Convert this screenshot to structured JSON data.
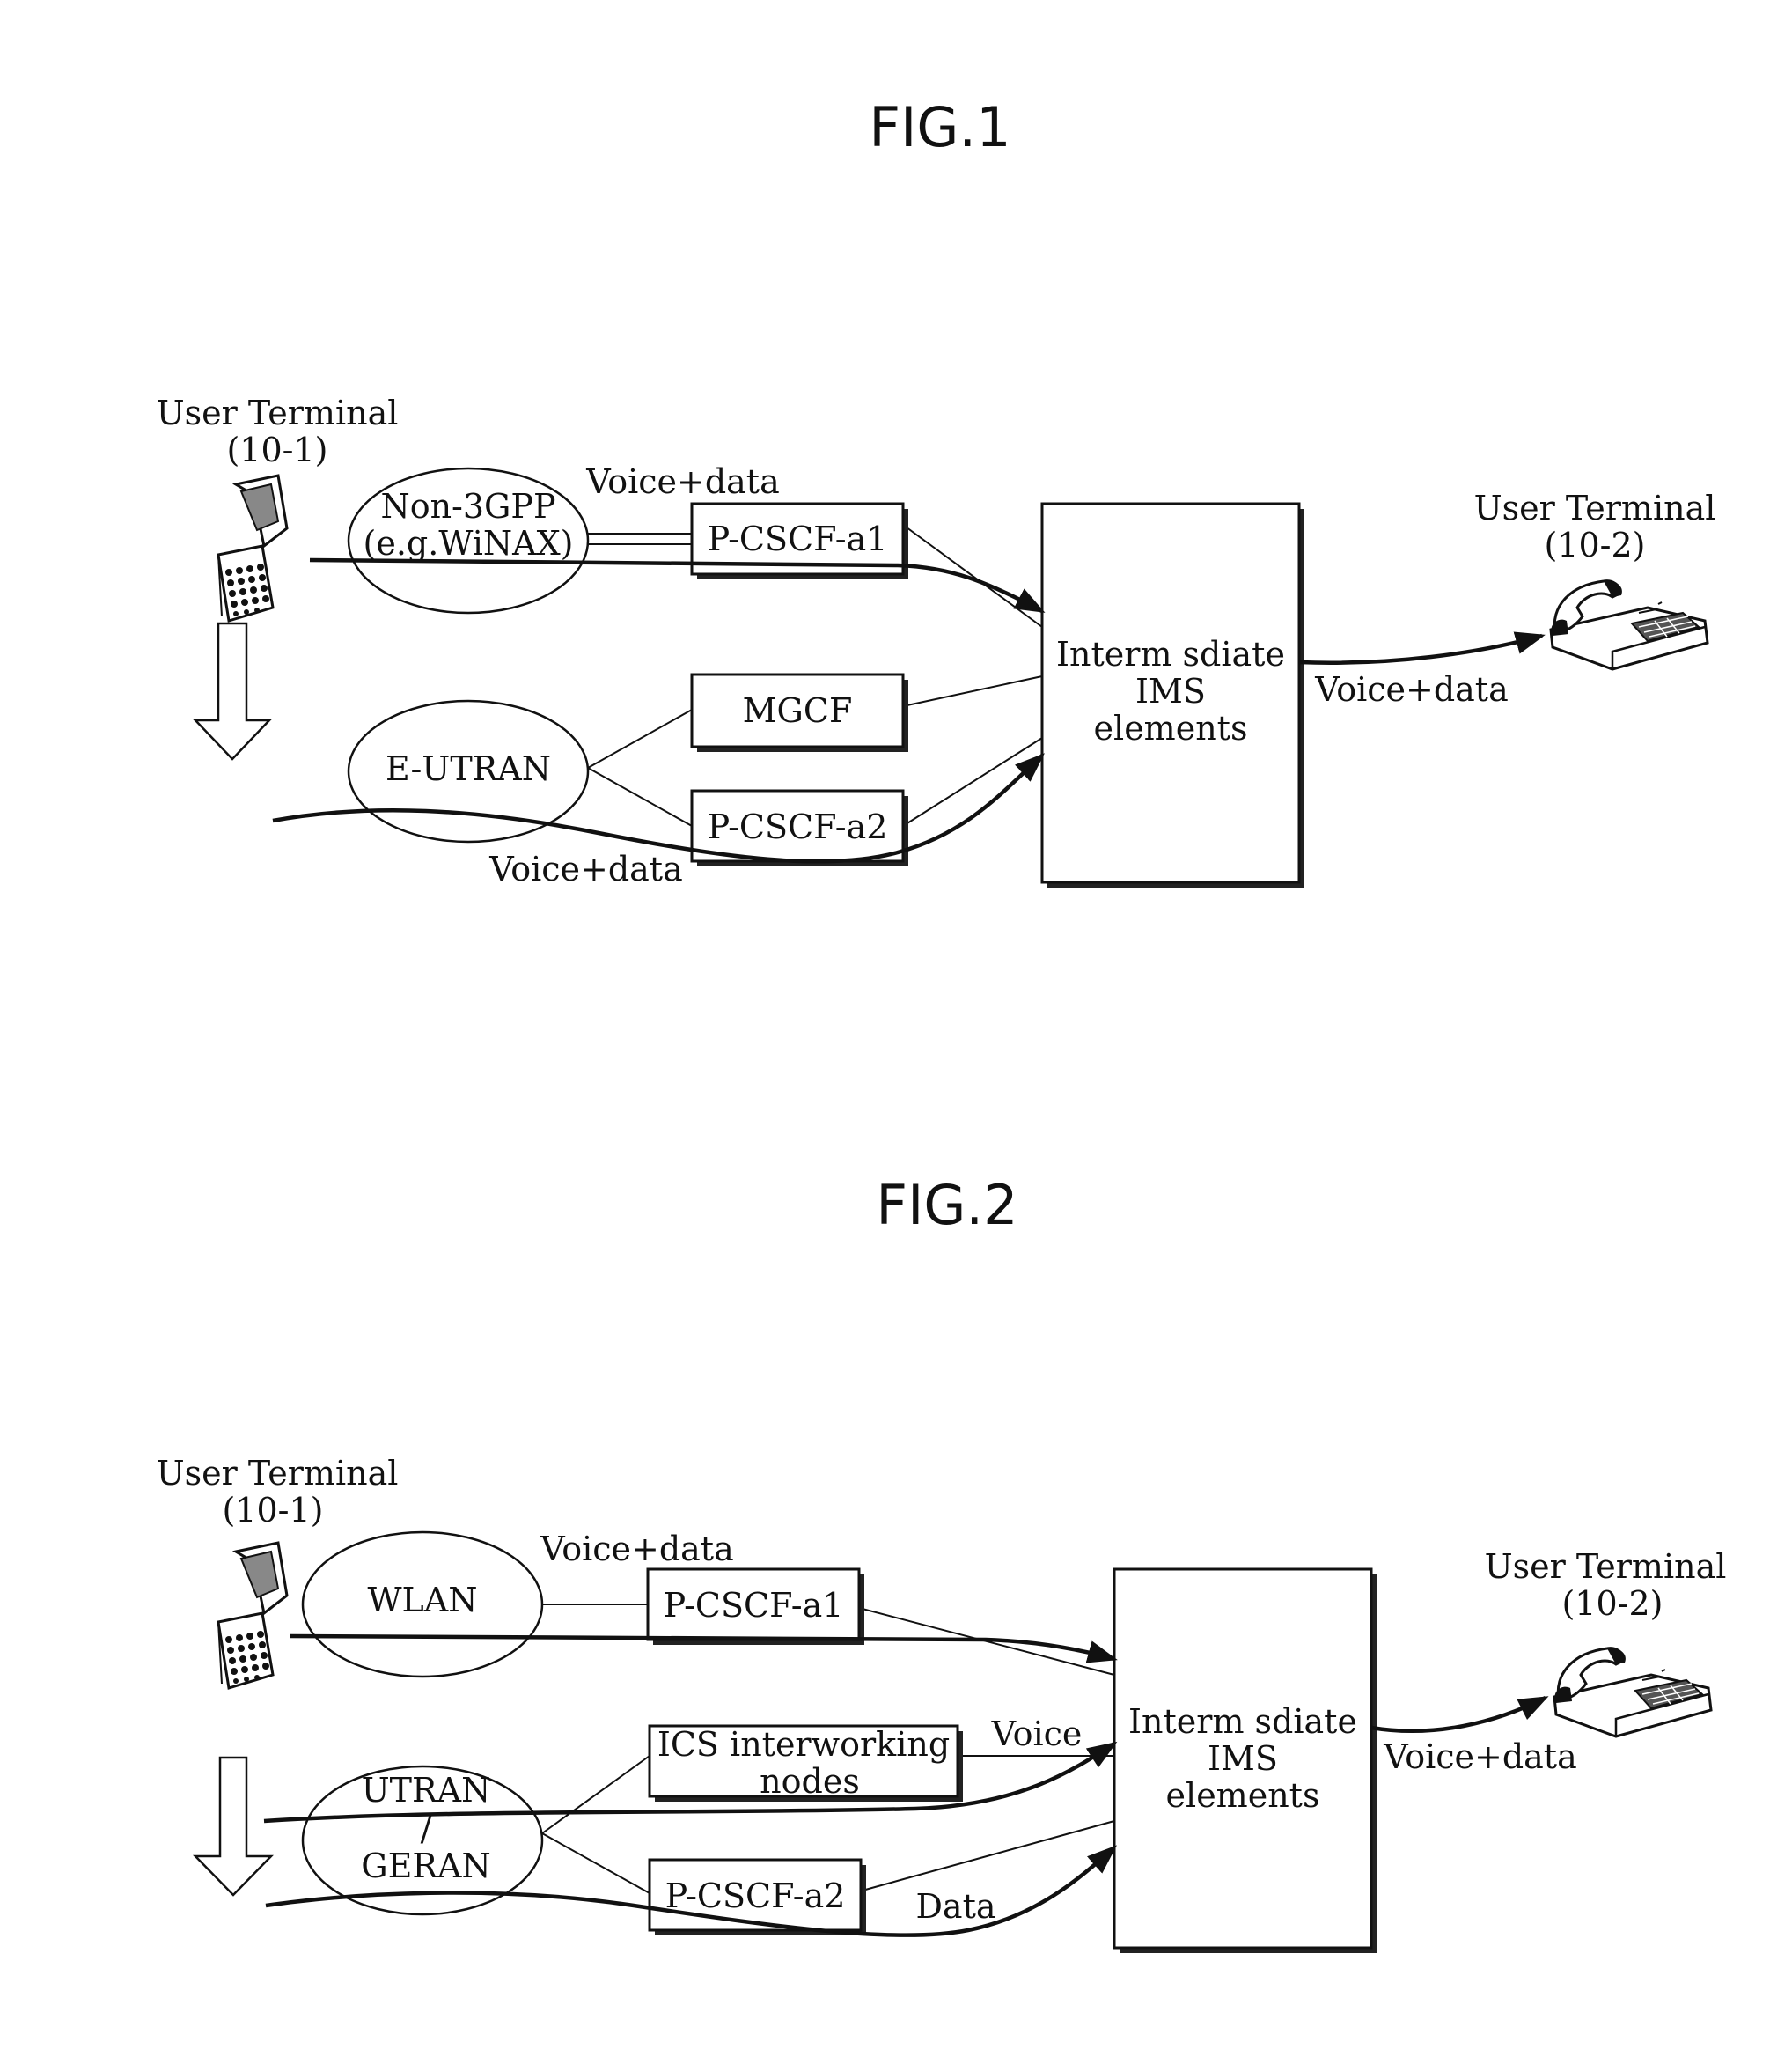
{
  "fig1": {
    "title": "FIG.1",
    "ut1_label": "User Terminal",
    "ut1_id": "(10-1)",
    "ut2_label": "User Terminal",
    "ut2_id": "(10-2)",
    "access_top_line1": "Non-3GPP",
    "access_top_line2": "(e.g.WiNAX)",
    "access_bottom": "E-UTRAN",
    "node_pcscf_a1": "P-CSCF-a1",
    "node_mgcf": "MGCF",
    "node_pcscf_a2": "P-CSCF-a2",
    "ims_line1": "Interm sdiate",
    "ims_line2": "IMS",
    "ims_line3": "elements",
    "flow_top": "Voice+data",
    "flow_bottom": "Voice+data",
    "flow_out": "Voice+data"
  },
  "fig2": {
    "title": "FIG.2",
    "ut1_label": "User Terminal",
    "ut1_id": "(10-1)",
    "ut2_label": "User Terminal",
    "ut2_id": "(10-2)",
    "access_top": "WLAN",
    "access_bottom_line1": "UTRAN",
    "access_bottom_sep": "/",
    "access_bottom_line2": "GERAN",
    "node_pcscf_a1": "P-CSCF-a1",
    "node_ics_line1": "ICS interworking",
    "node_ics_line2": "nodes",
    "node_pcscf_a2": "P-CSCF-a2",
    "ims_line1": "Interm sdiate",
    "ims_line2": "IMS",
    "ims_line3": "elements",
    "flow_top": "Voice+data",
    "flow_voice": "Voice",
    "flow_data": "Data",
    "flow_out": "Voice+data"
  }
}
